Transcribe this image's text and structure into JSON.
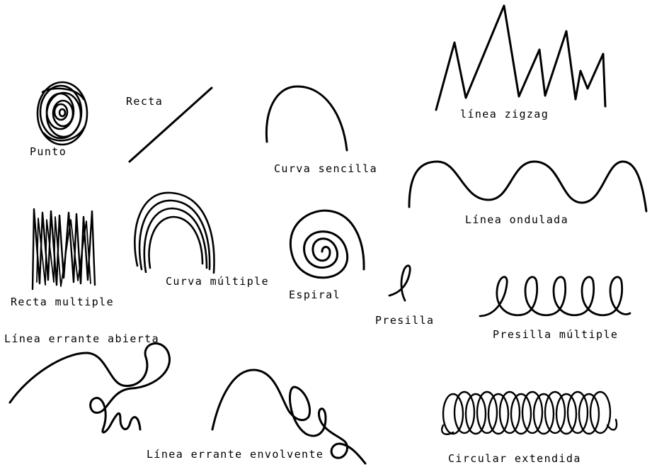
{
  "labels": {
    "punto": "Punto",
    "recta": "Recta",
    "curva_sencilla": "Curva sencilla",
    "linea_zigzag": "línea zigzag",
    "linea_ondulada": "Línea ondulada",
    "recta_multiple": "Recta multiple",
    "curva_multiple": "Curva múltiple",
    "espiral": "Espiral",
    "presilla": "Presilla",
    "presilla_multiple": "Presilla múltiple",
    "linea_errante_abierta": "Línea errante abierta",
    "linea_errante_envolvente": "Línea errante envolvente",
    "circular_extendida": "Circular extendida"
  },
  "colors": {
    "ink": "#000000",
    "background": "#ffffff"
  }
}
